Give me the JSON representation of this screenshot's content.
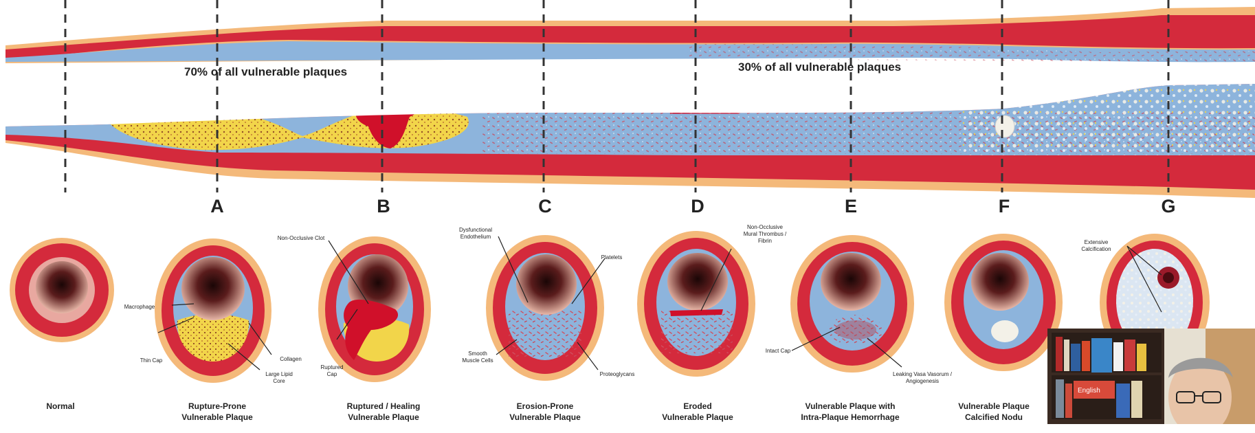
{
  "top_labels": {
    "left_percent": "70% of all vulnerable plaques",
    "right_percent": "30% of all vulnerable plaques"
  },
  "stages": [
    {
      "letter": "A",
      "caption": "Rupture-Prone\nVulnerable Plaque"
    },
    {
      "letter": "B",
      "caption": "Ruptured / Healing\nVulnerable Plaque"
    },
    {
      "letter": "C",
      "caption": "Erosion-Prone\nVulnerable Plaque"
    },
    {
      "letter": "D",
      "caption": "Eroded\nVulnerable Plaque"
    },
    {
      "letter": "E",
      "caption": "Vulnerable Plaque with\nIntra-Plaque Hemorrhage"
    },
    {
      "letter": "F",
      "caption": "Vulnerable Plaque\nCalcified Nodu"
    },
    {
      "letter": "G",
      "caption": ""
    }
  ],
  "normal_caption": "Normal",
  "annotations": {
    "a_macrophage": "Macrophage",
    "a_thin_cap": "Thin Cap",
    "a_collagen": "Collagen",
    "a_lipid_core": "Large Lipid\nCore",
    "b_clot": "Non-Occlusive Clot",
    "b_ruptured_cap": "Ruptured\nCap",
    "c_endothelium": "Dysfunctional\nEndothelium",
    "c_platelets": "Platelets",
    "c_smooth_muscle": "Smooth\nMuscle Cells",
    "c_proteoglycans": "Proteoglycans",
    "d_thrombus": "Non-Occlusive\nMural Thrombus /\nFibrin",
    "e_intact_cap": "Intact Cap",
    "e_vasa_vasorum": "Leaking Vasa Vasorum /\nAngiogenesis",
    "g_calcification": "Extensive\nCalcification"
  },
  "colors": {
    "vessel_wall": "#d42a3c",
    "adventitia": "#f4b97a",
    "intima": "#8db4dc",
    "lipid_core": "#f2d54a",
    "thrombus": "#d0102a",
    "lumen_dark": "#3a1212",
    "divider": "#333333",
    "bar": "#1a1f4a"
  },
  "webcam_book_label": "English"
}
